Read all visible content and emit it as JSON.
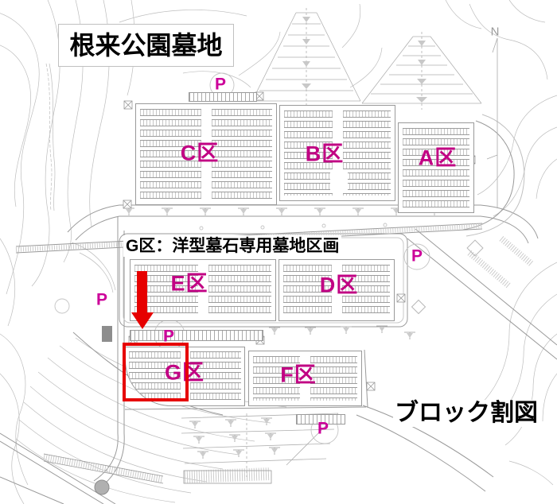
{
  "title": "根来公園墓地",
  "legend_title": "ブロック割図",
  "annotation": "G区：洋型墓石専用墓地区画",
  "areas": [
    {
      "id": "C",
      "label": "C区"
    },
    {
      "id": "B",
      "label": "B区"
    },
    {
      "id": "A",
      "label": "A区"
    },
    {
      "id": "E",
      "label": "E区"
    },
    {
      "id": "D",
      "label": "D区"
    },
    {
      "id": "G",
      "label": "G区"
    },
    {
      "id": "F",
      "label": "F区"
    }
  ],
  "parking": {
    "label": "P",
    "count": 5
  },
  "north": {
    "label": "N"
  },
  "colors": {
    "area_label": "#c10183",
    "parking_label": "#cc0099",
    "highlight_red": "#e60000",
    "text": "#000000",
    "map_line": "#b5b5b5"
  }
}
